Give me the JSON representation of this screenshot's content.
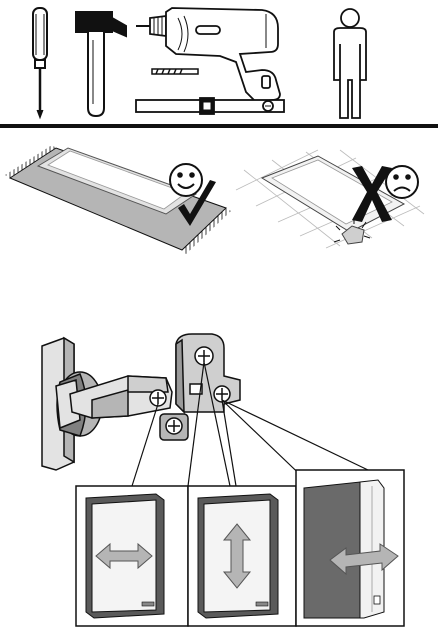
{
  "sections": {
    "tools": {
      "items": [
        {
          "id": "screwdriver",
          "icon": "screwdriver-icon"
        },
        {
          "id": "hammer",
          "icon": "hammer-icon"
        },
        {
          "id": "drill",
          "icon": "power-drill-icon"
        },
        {
          "id": "drill-bit",
          "icon": "drill-bit-icon"
        },
        {
          "id": "spirit-level",
          "icon": "spirit-level-icon"
        },
        {
          "id": "person",
          "icon": "person-icon"
        }
      ]
    },
    "surface": {
      "good": {
        "icon": "smiley-happy-icon",
        "mark": "checkmark-icon",
        "object": "rug-protected-panel"
      },
      "bad": {
        "icon": "smiley-sad-icon",
        "mark": "x-mark-icon",
        "object": "panel-on-hard-floor"
      }
    },
    "hinge": {
      "adjustments": [
        {
          "id": "side",
          "arrow": "horizontal-double-arrow-icon"
        },
        {
          "id": "height",
          "arrow": "vertical-double-arrow-icon"
        },
        {
          "id": "depth",
          "arrow": "depth-double-arrow-icon"
        }
      ]
    }
  },
  "colors": {
    "ink": "#111111",
    "gray_light": "#e3e3e3",
    "gray_mid": "#b5b5b5",
    "gray_dark": "#808080",
    "gray_deep": "#5a5a5a"
  }
}
